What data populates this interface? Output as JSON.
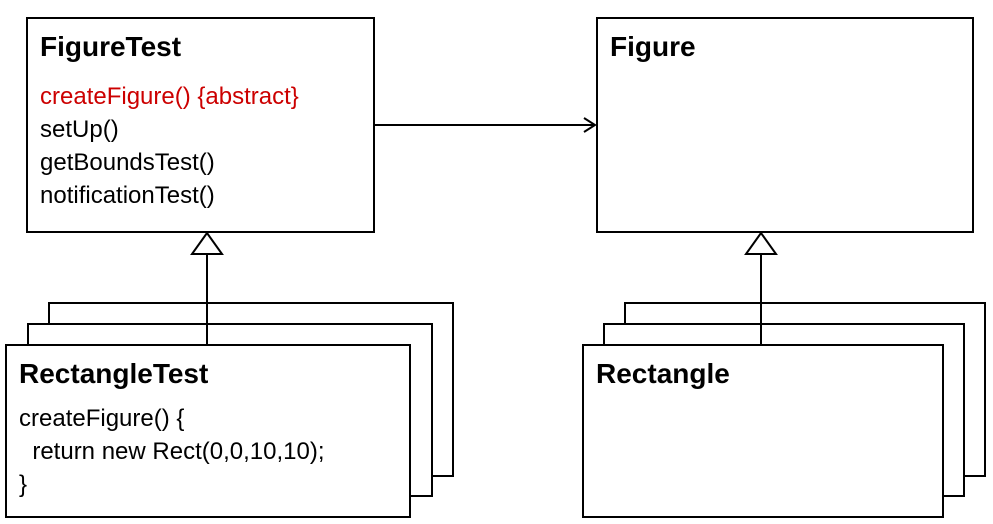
{
  "figure_test": {
    "title": "FigureTest",
    "methods": [
      "createFigure() {abstract}",
      "setUp()",
      "getBoundsTest()",
      "notificationTest()"
    ]
  },
  "figure": {
    "title": "Figure"
  },
  "rectangle_test": {
    "title": "RectangleTest",
    "code": [
      "createFigure() {",
      "  return new Rect(0,0,10,10);",
      "}"
    ]
  },
  "rectangle": {
    "title": "Rectangle"
  },
  "colors": {
    "abstract_method": "#cc0000",
    "stroke": "#000000",
    "background": "#ffffff"
  }
}
